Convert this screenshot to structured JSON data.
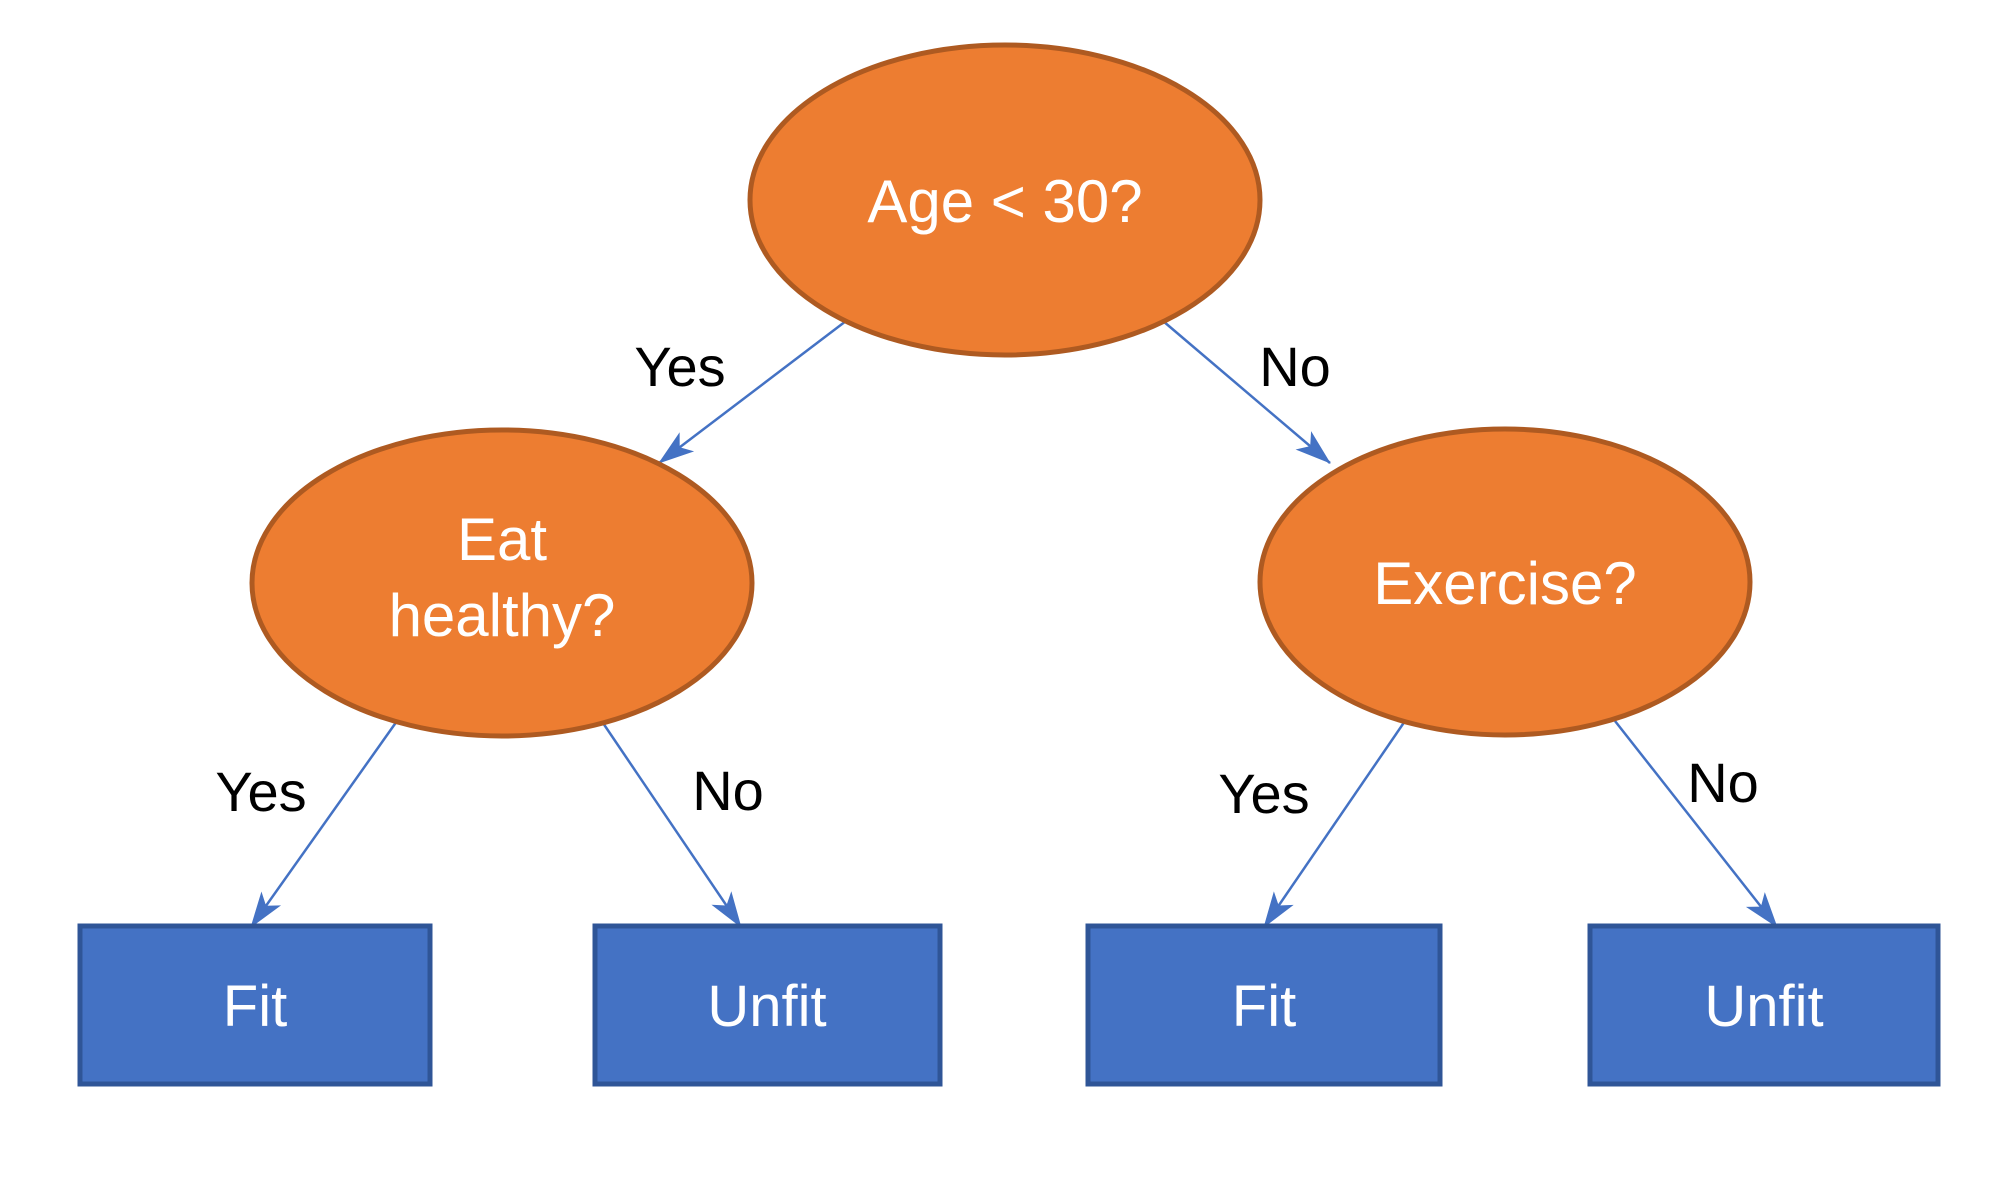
{
  "diagram": {
    "type": "decision-tree",
    "colors": {
      "background": "#FFFFFF",
      "question_fill": "#ED7D31",
      "question_stroke": "#AE5A21",
      "leaf_fill": "#4472C4",
      "leaf_stroke": "#2F5597",
      "arrow": "#4472C4",
      "node_text": "#FFFFFF",
      "edge_label": "#000000"
    },
    "nodes": {
      "root": {
        "label": "Age < 30?"
      },
      "eat_healthy": {
        "label": "Eat healthy?",
        "line1": "Eat",
        "line2": "healthy?"
      },
      "exercise": {
        "label": "Exercise?"
      },
      "fit_left": {
        "label": "Fit"
      },
      "unfit_left": {
        "label": "Unfit"
      },
      "fit_right": {
        "label": "Fit"
      },
      "unfit_right": {
        "label": "Unfit"
      }
    },
    "edges": {
      "root_to_eat_healthy": {
        "label": "Yes"
      },
      "root_to_exercise": {
        "label": "No"
      },
      "eat_healthy_to_fit": {
        "label": "Yes"
      },
      "eat_healthy_to_unfit": {
        "label": "No"
      },
      "exercise_to_fit": {
        "label": "Yes"
      },
      "exercise_to_unfit": {
        "label": "No"
      }
    }
  }
}
